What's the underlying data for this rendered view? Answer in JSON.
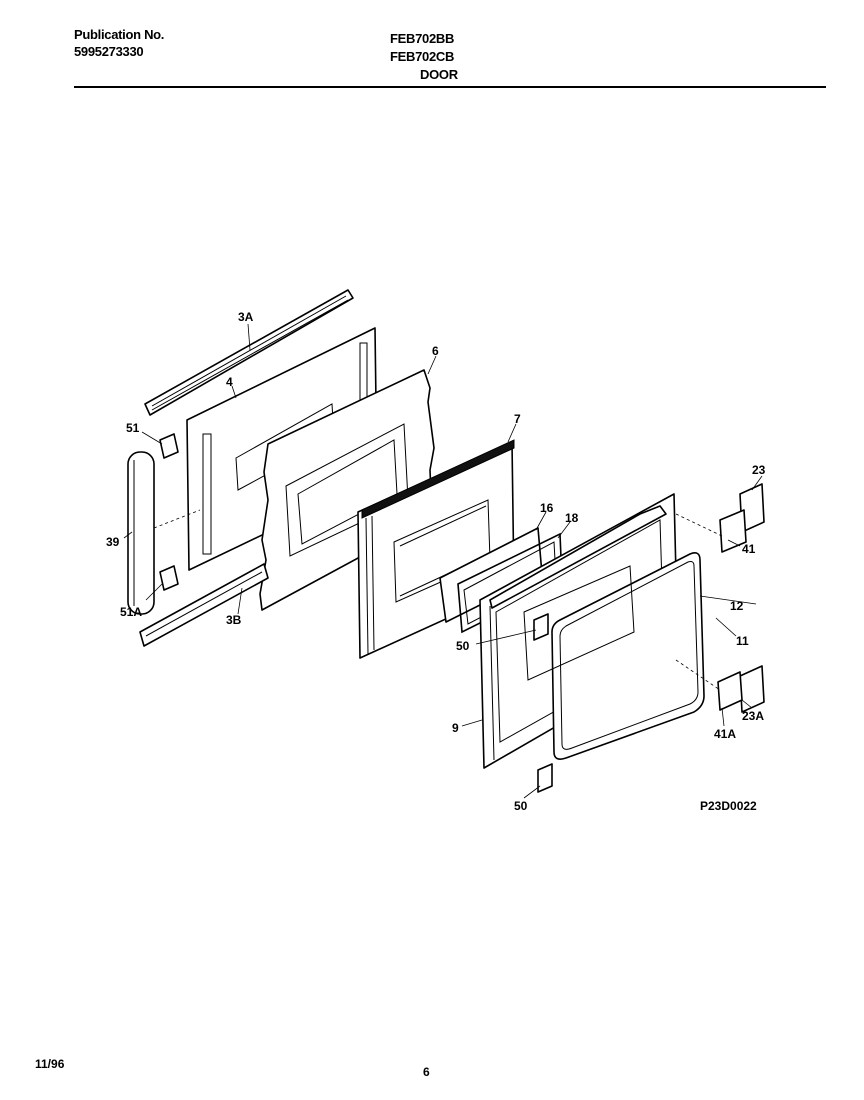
{
  "header": {
    "publication_label": "Publication No.",
    "publication_number": "5995273330",
    "model_1": "FEB702BB",
    "model_2": "FEB702CB",
    "section_title": "DOOR"
  },
  "diagram": {
    "part_labels": [
      "3A",
      "4",
      "6",
      "7",
      "51",
      "39",
      "51A",
      "3B",
      "16",
      "18",
      "23",
      "41",
      "12",
      "11",
      "50",
      "50",
      "9",
      "41A",
      "23A"
    ],
    "figure_code": "P23D0022"
  },
  "footer": {
    "date": "11/96",
    "page_number": "6"
  }
}
